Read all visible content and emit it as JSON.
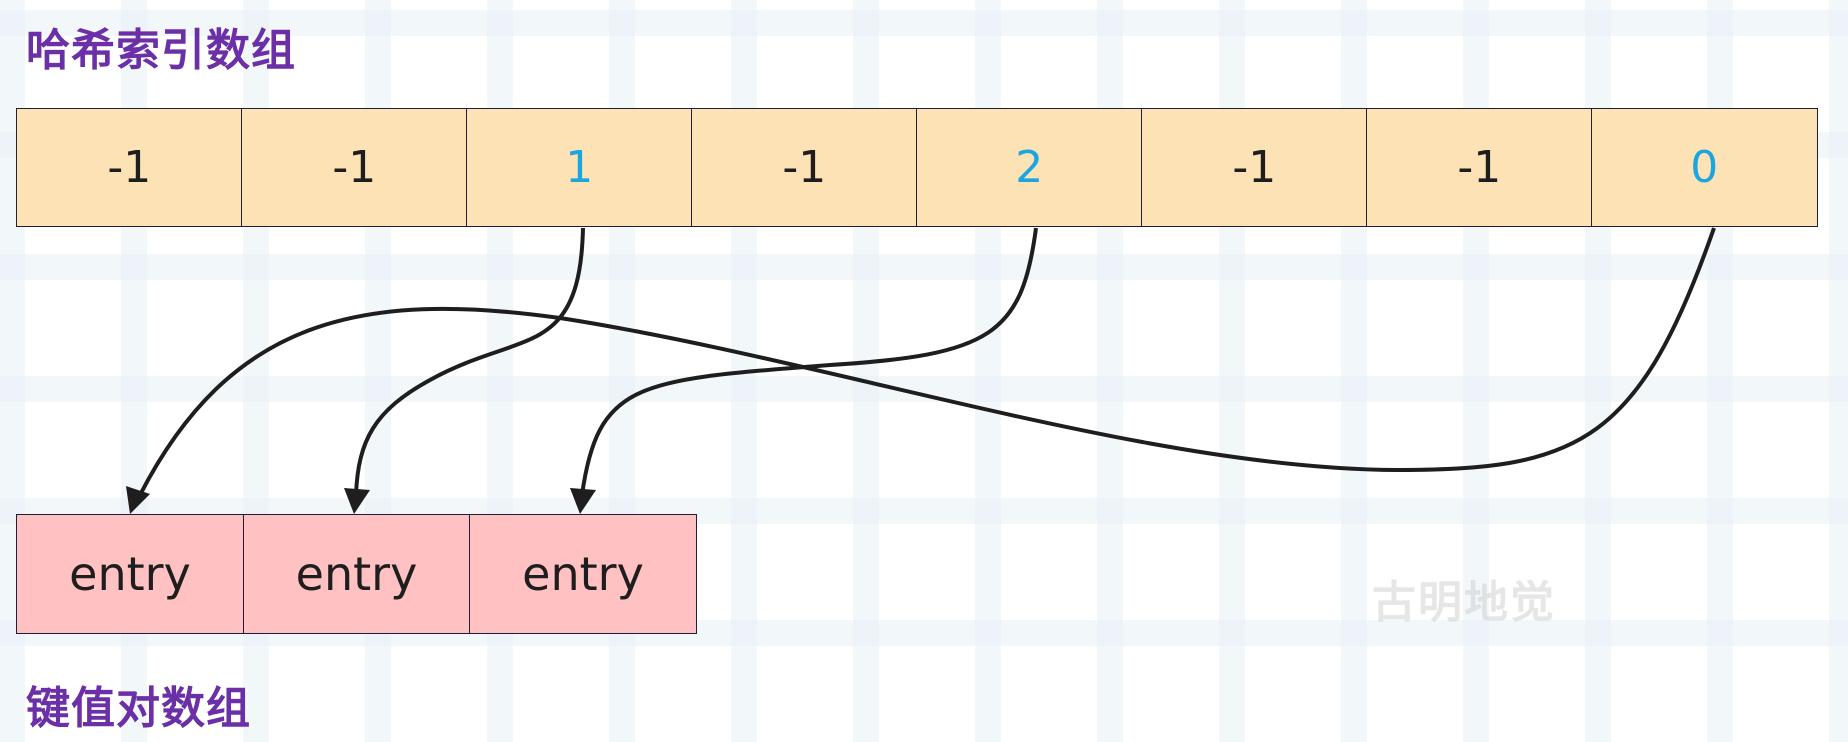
{
  "titles": {
    "hash_index_array": "哈希索引数组",
    "entry_array": "键值对数组"
  },
  "hash_index": [
    "-1",
    "-1",
    "1",
    "-1",
    "2",
    "-1",
    "-1",
    "0"
  ],
  "entries": [
    "entry",
    "entry",
    "entry"
  ],
  "watermark": "古明地觉",
  "colors": {
    "title": "#6b2fa8",
    "index_cell_fill": "#fde2b5",
    "entry_cell_fill": "#ffc1c1",
    "linked_index_text": "#1ba6e0",
    "arrow": "#1e1e1e"
  }
}
